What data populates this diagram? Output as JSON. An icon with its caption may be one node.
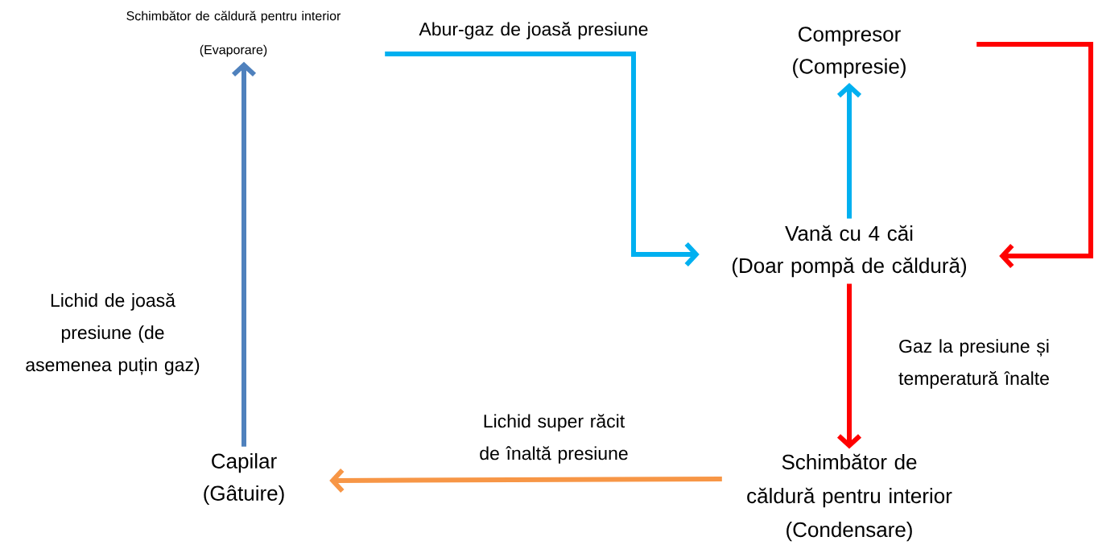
{
  "diagram": {
    "nodes": [
      {
        "text": [
          "Schimbător de căldură pentru interior",
          "(Evaporare)"
        ]
      },
      {
        "text": [
          "Compresor",
          "(Compresie)"
        ]
      },
      {
        "text": [
          "Vană cu 4 căi",
          "(Doar pompă de căldură)"
        ]
      },
      {
        "text": [
          "Schimbător de căldură pentru interior",
          "(Condensare)"
        ]
      },
      {
        "text": [
          "Capilar",
          "(Gâtuire)"
        ]
      }
    ],
    "edges": [
      {
        "from": 0,
        "to": 2,
        "arrow": "to",
        "label": "Abur-gaz de joasă presiune",
        "color": "#00b0f0"
      },
      {
        "from": 2,
        "to": 1,
        "arrow": "to",
        "color": "#00b0f0"
      },
      {
        "from": 1,
        "to": 2,
        "arrow": "to",
        "color": "#ff0000"
      },
      {
        "from": 2,
        "to": 3,
        "arrow": "to",
        "label": "Gaz la presiune și temperatură înalte",
        "color": "#ff0000"
      },
      {
        "from": 3,
        "to": 4,
        "arrow": "to",
        "label": "Lichid super răcit de înaltă presiune",
        "color": "#f79646"
      },
      {
        "from": 4,
        "to": 0,
        "arrow": "to",
        "label": "Lichid de joasă presiune (de asemenea puțin gaz)",
        "color": "#4f81bd"
      }
    ]
  }
}
